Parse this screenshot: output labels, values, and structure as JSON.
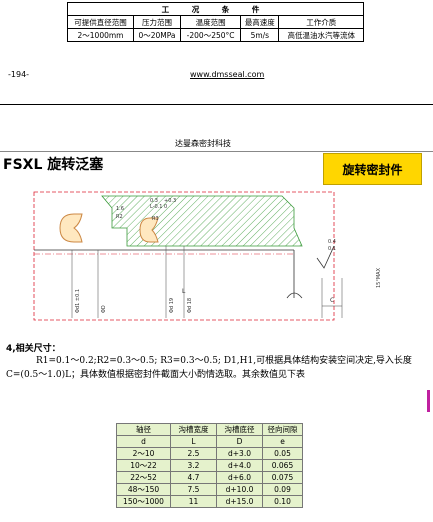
{
  "conditions": {
    "title": "工 况 条 件",
    "headers": [
      "可提供直径范围",
      "压力范围",
      "温度范围",
      "最高速度",
      "工作介质"
    ],
    "values": [
      "2～1000mm",
      "0～20MPa",
      "-200～250°C",
      "5m/s",
      "高低温油水汽等流体"
    ]
  },
  "footer": {
    "page_number": "-194-",
    "website": "www.dmsseal.com"
  },
  "header": {
    "company": "达曼森密封科技"
  },
  "product": {
    "title": "FSXL 旋转泛塞",
    "badge": "旋转密封件"
  },
  "drawing_labels": {
    "top_notes": [
      "0.3",
      "L-0.1",
      "+0.3",
      "0",
      "R3"
    ],
    "left_notes": [
      "1.6",
      "R2"
    ],
    "dims_vertical": [
      "Φd1 ±0.1",
      "ΦD",
      "Φd 19",
      "Φd 18"
    ],
    "bottom_note": "L",
    "right_notes": [
      "0.4",
      "0.1",
      "C",
      "15°MAX"
    ]
  },
  "spec": {
    "heading": "4,相关尺寸：",
    "paragraph": "R1=0.1～0.2;R2=0.3～0.5; R3=0.3～0.5; D1,H1,可根据具体结构安装空间决定,导入长度C=(0.5～1.0)L；具体数值根据密封件截面大小酌情选取。其余数值见下表"
  },
  "dim_table": {
    "header_row1": [
      "轴径",
      "沟槽宽度",
      "沟槽底径",
      "径向间隙"
    ],
    "header_row2": [
      "d",
      "L",
      "D",
      "e"
    ],
    "rows": [
      [
        "2～10",
        "2.5",
        "d+3.0",
        "0.05"
      ],
      [
        "10～22",
        "3.2",
        "d+4.0",
        "0.065"
      ],
      [
        "22～52",
        "4.7",
        "d+6.0",
        "0.075"
      ],
      [
        "48～150",
        "7.5",
        "d+10.0",
        "0.09"
      ],
      [
        "150～1000",
        "11",
        "d+15.0",
        "0.10"
      ]
    ]
  }
}
